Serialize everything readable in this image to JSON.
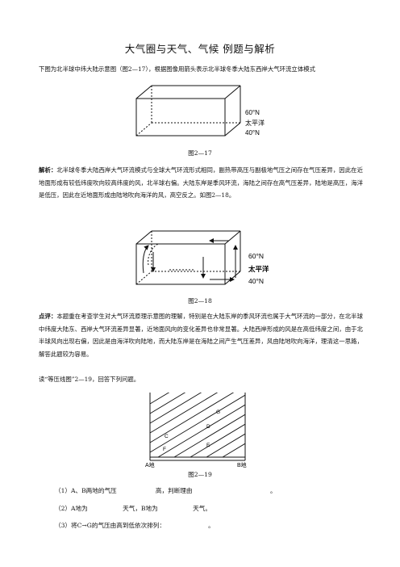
{
  "title": "大气圈与天气、气候  例题与解析",
  "intro": "下图为北半球中纬大陆示意图（图2—17），根据图像用箭头表示北半球冬季大陆东西岸大气环流立体模式",
  "fig17": {
    "lat_top": "60°N",
    "ocean": "太平洋",
    "lat_bottom": "40°N",
    "caption": "图2—17"
  },
  "analysis": {
    "label": "解析：",
    "text": "北半球冬季大陆西岸大气环流模式与全球大气环流形式相同，副热带高压与副极地气压之间存在气压差异，因此在近地面形成有较低纬度吹向较高纬度的风，北半球右偏。大陆东岸是季风环流，海陆之间存在高气压差异，陆地是高压，海洋是低压，因此在近地面形成由陆地吹向海洋的风，高空反之。如图2—18。"
  },
  "fig18": {
    "lat_top": "60°N",
    "ocean": "太平洋",
    "lat_bottom": "40°N",
    "caption": "图2—18"
  },
  "comment": {
    "label": "点评：",
    "text": "本题重在考查学生对大气环流原理示意图的理解，特别是在大陆东岸的季风环流也属于大气环流的一部分，在北半球中纬度大陆东、西岸大气环流差异显著，近地面风向的变化差异也非常显著。大陆西岸形成的风是在高低纬度之间，由于北半球风向出现右偏，因此是由海洋吹向陆地，而大陆东岸是在海陆之间产生气压差异，风由陆地吹向海洋，理清这一思路，解答此题较为容易。"
  },
  "read_prompt": "读“等压线图”2—19，回答下列问题。",
  "fig19": {
    "labels": [
      "G",
      "D",
      "C",
      "E",
      "F"
    ],
    "a_label": "A地",
    "b_label": "B地",
    "caption": "图2—19"
  },
  "questions": [
    "（1）A、B两地的气压                    高，判断理由                                        。",
    "（2）A地为                  天气，B地为                  天气。",
    "（3）将C→G的气压由高到低依次排列：                      。"
  ]
}
